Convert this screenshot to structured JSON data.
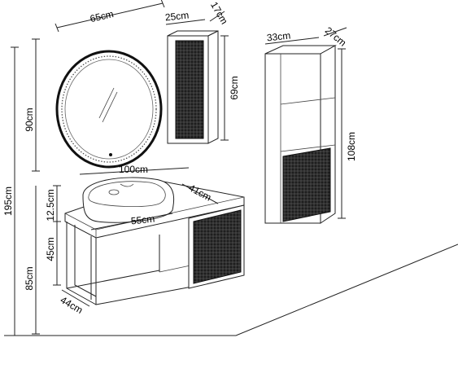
{
  "dimensions": {
    "mirror_width": "65cm",
    "wall_cabinet_width": "25cm",
    "wall_cabinet_depth": "17cm",
    "wall_cabinet_height": "69cm",
    "tall_cabinet_width": "33cm",
    "tall_cabinet_depth": "27cm",
    "tall_cabinet_height": "108cm",
    "mirror_mount_height": "90cm",
    "total_height": "195cm",
    "vanity_width": "100cm",
    "vanity_depth": "41cm",
    "basin_height": "12.5cm",
    "basin_width": "55cm",
    "vanity_body_height": "45cm",
    "vanity_mount_height": "85cm",
    "vanity_depth_side": "44cm"
  },
  "colors": {
    "line": "#222222",
    "panel": "#2a2a2a",
    "background": "#ffffff"
  }
}
